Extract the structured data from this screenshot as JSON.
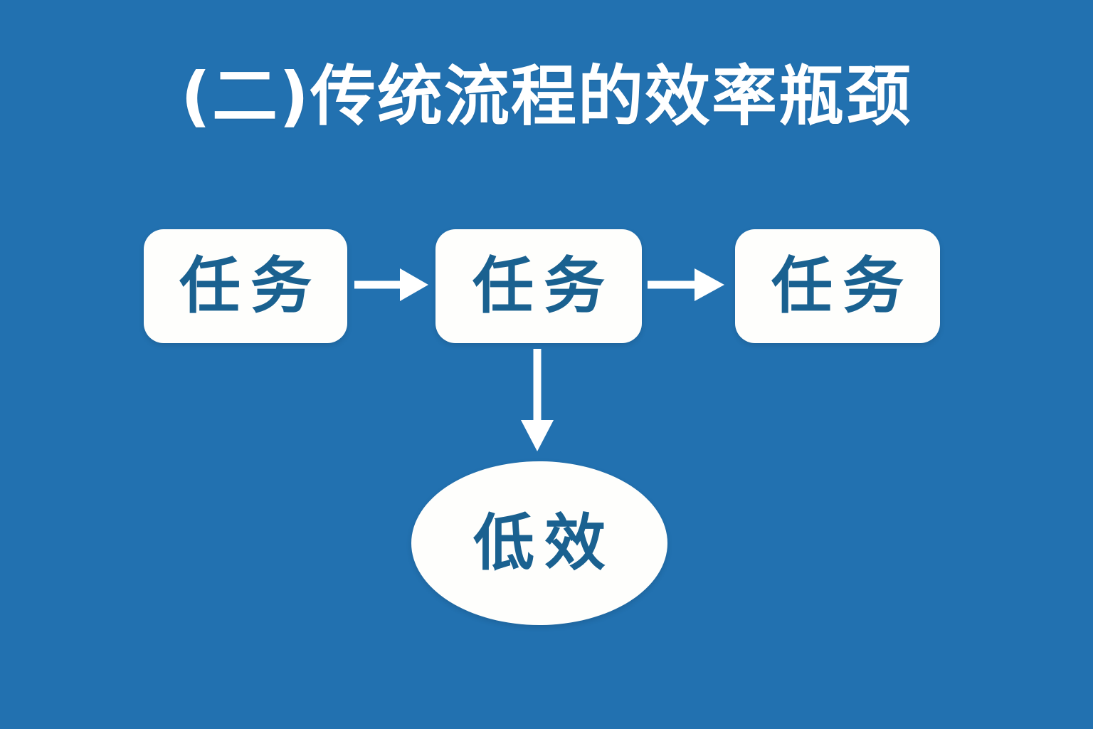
{
  "title": "(二)传统流程的效率瓶颈",
  "colors": {
    "background": "#2271B0",
    "node_fill": "#FEFEFC",
    "node_text": "#1A6190",
    "title_text": "#FFFFFF",
    "arrow": "#FFFFFF"
  },
  "diagram": {
    "type": "flowchart",
    "nodes": [
      {
        "id": "task-1",
        "label": "任务",
        "shape": "rounded-rect"
      },
      {
        "id": "task-2",
        "label": "任务",
        "shape": "rounded-rect"
      },
      {
        "id": "task-3",
        "label": "任务",
        "shape": "rounded-rect"
      },
      {
        "id": "inefficiency",
        "label": "低效",
        "shape": "ellipse"
      }
    ],
    "edges": [
      {
        "from": "task-1",
        "to": "task-2",
        "direction": "right",
        "style": "white-arrow"
      },
      {
        "from": "task-2",
        "to": "task-3",
        "direction": "right",
        "style": "white-arrow"
      },
      {
        "from": "task-2",
        "to": "inefficiency",
        "direction": "down",
        "style": "white-arrow"
      }
    ]
  }
}
